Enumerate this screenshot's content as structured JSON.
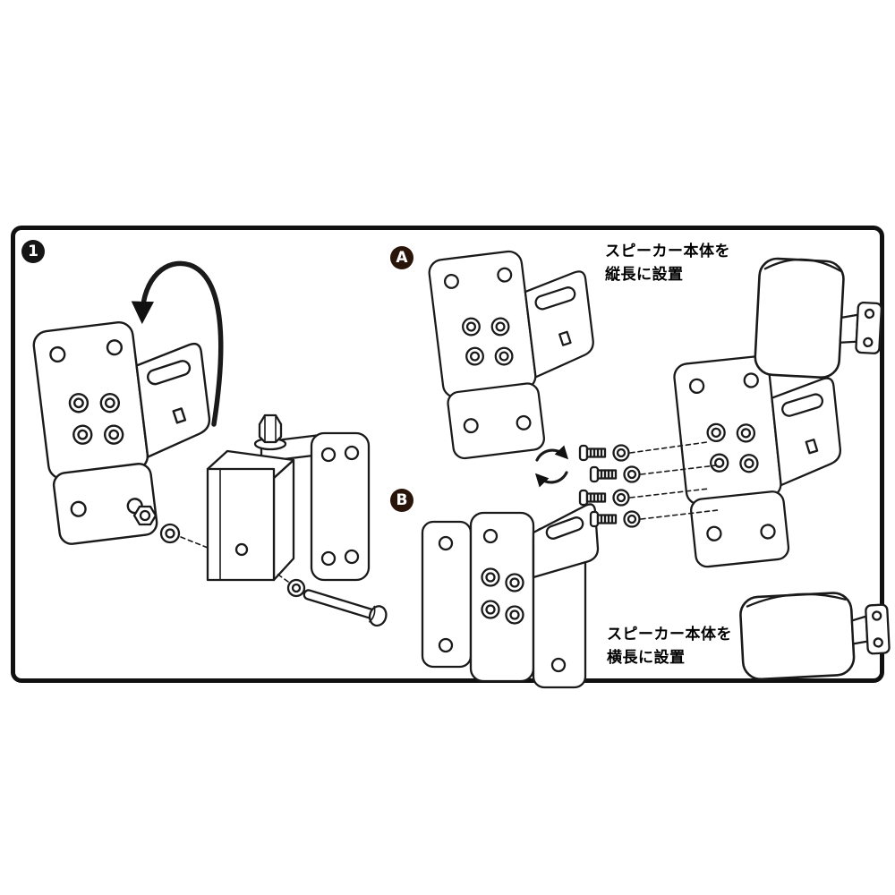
{
  "diagram": {
    "step1_badge": "1",
    "label_a": "A",
    "label_b": "B",
    "caption_vertical_line1": "スピーカー本体を",
    "caption_vertical_line2": "縦長に設置",
    "caption_horizontal_line1": "スピーカー本体を",
    "caption_horizontal_line2": "横長に設置",
    "icons": {
      "flip_arrow": "flip-arrow-icon",
      "rotate_arrows": "rotate-arrows-icon"
    },
    "colors": {
      "background": "#ffffff",
      "line": "#1a1a1a",
      "badge_step_bg": "#151515",
      "badge_ab_bg": "#2a150a"
    }
  }
}
